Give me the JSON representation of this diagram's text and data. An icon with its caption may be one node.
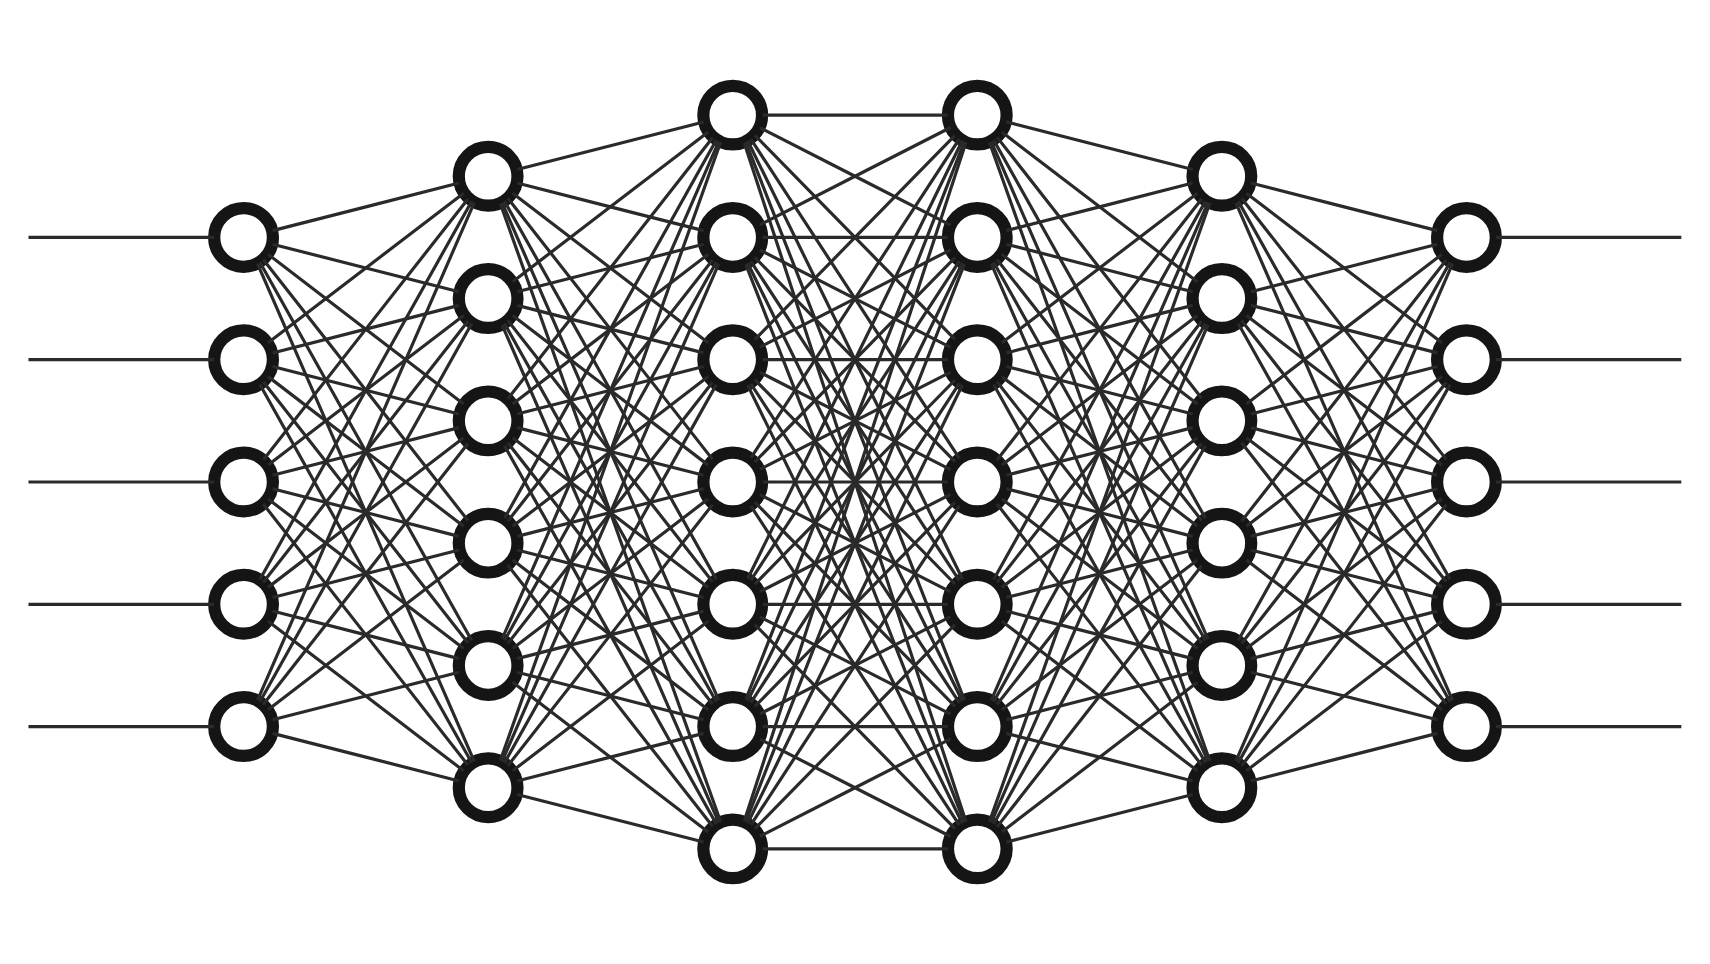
{
  "diagram": {
    "nodes": [
      {
        "text": [],
        "shape": "circle"
      },
      {
        "text": [],
        "shape": "circle"
      },
      {
        "text": [],
        "shape": "circle"
      },
      {
        "text": [],
        "shape": "circle"
      },
      {
        "text": [],
        "shape": "circle"
      },
      {
        "text": [],
        "shape": "circle"
      },
      {
        "text": [],
        "shape": "circle"
      },
      {
        "text": [],
        "shape": "circle"
      },
      {
        "text": [],
        "shape": "circle"
      },
      {
        "text": [],
        "shape": "circle"
      },
      {
        "text": [],
        "shape": "circle"
      },
      {
        "text": [],
        "shape": "circle"
      },
      {
        "text": [],
        "shape": "circle"
      },
      {
        "text": [],
        "shape": "circle"
      },
      {
        "text": [],
        "shape": "circle"
      },
      {
        "text": [],
        "shape": "circle"
      },
      {
        "text": [],
        "shape": "circle"
      },
      {
        "text": [],
        "shape": "circle"
      },
      {
        "text": [],
        "shape": "circle"
      },
      {
        "text": [],
        "shape": "circle"
      },
      {
        "text": [],
        "shape": "circle"
      },
      {
        "text": [],
        "shape": "circle"
      },
      {
        "text": [],
        "shape": "circle"
      },
      {
        "text": [],
        "shape": "circle"
      },
      {
        "text": [],
        "shape": "circle"
      },
      {
        "text": [],
        "shape": "circle"
      },
      {
        "text": [],
        "shape": "circle"
      },
      {
        "text": [],
        "shape": "circle"
      },
      {
        "text": [],
        "shape": "circle"
      },
      {
        "text": [],
        "shape": "circle"
      },
      {
        "text": [],
        "shape": "circle"
      },
      {
        "text": [],
        "shape": "circle"
      },
      {
        "text": [],
        "shape": "circle"
      },
      {
        "text": [],
        "shape": "circle"
      },
      {
        "text": [],
        "shape": "circle"
      },
      {
        "text": [],
        "shape": "circle"
      }
    ],
    "edges": [
      {
        "from": null,
        "to": 0,
        "arrow": "none"
      },
      {
        "from": null,
        "to": 1,
        "arrow": "none"
      },
      {
        "from": null,
        "to": 2,
        "arrow": "none"
      },
      {
        "from": null,
        "to": 3,
        "arrow": "none"
      },
      {
        "from": null,
        "to": 4,
        "arrow": "none"
      },
      {
        "from": 0,
        "to": 5,
        "arrow": "none"
      },
      {
        "from": 0,
        "to": 6,
        "arrow": "none"
      },
      {
        "from": 0,
        "to": 7,
        "arrow": "none"
      },
      {
        "from": 0,
        "to": 8,
        "arrow": "none"
      },
      {
        "from": 0,
        "to": 9,
        "arrow": "none"
      },
      {
        "from": 0,
        "to": 10,
        "arrow": "none"
      },
      {
        "from": 1,
        "to": 5,
        "arrow": "none"
      },
      {
        "from": 1,
        "to": 6,
        "arrow": "none"
      },
      {
        "from": 1,
        "to": 7,
        "arrow": "none"
      },
      {
        "from": 1,
        "to": 8,
        "arrow": "none"
      },
      {
        "from": 1,
        "to": 9,
        "arrow": "none"
      },
      {
        "from": 1,
        "to": 10,
        "arrow": "none"
      },
      {
        "from": 2,
        "to": 5,
        "arrow": "none"
      },
      {
        "from": 2,
        "to": 6,
        "arrow": "none"
      },
      {
        "from": 2,
        "to": 7,
        "arrow": "none"
      },
      {
        "from": 2,
        "to": 8,
        "arrow": "none"
      },
      {
        "from": 2,
        "to": 9,
        "arrow": "none"
      },
      {
        "from": 2,
        "to": 10,
        "arrow": "none"
      },
      {
        "from": 3,
        "to": 5,
        "arrow": "none"
      },
      {
        "from": 3,
        "to": 6,
        "arrow": "none"
      },
      {
        "from": 3,
        "to": 7,
        "arrow": "none"
      },
      {
        "from": 3,
        "to": 8,
        "arrow": "none"
      },
      {
        "from": 3,
        "to": 9,
        "arrow": "none"
      },
      {
        "from": 3,
        "to": 10,
        "arrow": "none"
      },
      {
        "from": 4,
        "to": 5,
        "arrow": "none"
      },
      {
        "from": 4,
        "to": 6,
        "arrow": "none"
      },
      {
        "from": 4,
        "to": 7,
        "arrow": "none"
      },
      {
        "from": 4,
        "to": 8,
        "arrow": "none"
      },
      {
        "from": 4,
        "to": 9,
        "arrow": "none"
      },
      {
        "from": 4,
        "to": 10,
        "arrow": "none"
      },
      {
        "from": 5,
        "to": 11,
        "arrow": "none"
      },
      {
        "from": 5,
        "to": 12,
        "arrow": "none"
      },
      {
        "from": 5,
        "to": 13,
        "arrow": "none"
      },
      {
        "from": 5,
        "to": 14,
        "arrow": "none"
      },
      {
        "from": 5,
        "to": 15,
        "arrow": "none"
      },
      {
        "from": 5,
        "to": 16,
        "arrow": "none"
      },
      {
        "from": 5,
        "to": 17,
        "arrow": "none"
      },
      {
        "from": 6,
        "to": 11,
        "arrow": "none"
      },
      {
        "from": 6,
        "to": 12,
        "arrow": "none"
      },
      {
        "from": 6,
        "to": 13,
        "arrow": "none"
      },
      {
        "from": 6,
        "to": 14,
        "arrow": "none"
      },
      {
        "from": 6,
        "to": 15,
        "arrow": "none"
      },
      {
        "from": 6,
        "to": 16,
        "arrow": "none"
      },
      {
        "from": 6,
        "to": 17,
        "arrow": "none"
      },
      {
        "from": 7,
        "to": 11,
        "arrow": "none"
      },
      {
        "from": 7,
        "to": 12,
        "arrow": "none"
      },
      {
        "from": 7,
        "to": 13,
        "arrow": "none"
      },
      {
        "from": 7,
        "to": 14,
        "arrow": "none"
      },
      {
        "from": 7,
        "to": 15,
        "arrow": "none"
      },
      {
        "from": 7,
        "to": 16,
        "arrow": "none"
      },
      {
        "from": 7,
        "to": 17,
        "arrow": "none"
      },
      {
        "from": 8,
        "to": 11,
        "arrow": "none"
      },
      {
        "from": 8,
        "to": 12,
        "arrow": "none"
      },
      {
        "from": 8,
        "to": 13,
        "arrow": "none"
      },
      {
        "from": 8,
        "to": 14,
        "arrow": "none"
      },
      {
        "from": 8,
        "to": 15,
        "arrow": "none"
      },
      {
        "from": 8,
        "to": 16,
        "arrow": "none"
      },
      {
        "from": 8,
        "to": 17,
        "arrow": "none"
      },
      {
        "from": 9,
        "to": 11,
        "arrow": "none"
      },
      {
        "from": 9,
        "to": 12,
        "arrow": "none"
      },
      {
        "from": 9,
        "to": 13,
        "arrow": "none"
      },
      {
        "from": 9,
        "to": 14,
        "arrow": "none"
      },
      {
        "from": 9,
        "to": 15,
        "arrow": "none"
      },
      {
        "from": 9,
        "to": 16,
        "arrow": "none"
      },
      {
        "from": 9,
        "to": 17,
        "arrow": "none"
      },
      {
        "from": 10,
        "to": 11,
        "arrow": "none"
      },
      {
        "from": 10,
        "to": 12,
        "arrow": "none"
      },
      {
        "from": 10,
        "to": 13,
        "arrow": "none"
      },
      {
        "from": 10,
        "to": 14,
        "arrow": "none"
      },
      {
        "from": 10,
        "to": 15,
        "arrow": "none"
      },
      {
        "from": 10,
        "to": 16,
        "arrow": "none"
      },
      {
        "from": 10,
        "to": 17,
        "arrow": "none"
      },
      {
        "from": 11,
        "to": 18,
        "arrow": "none"
      },
      {
        "from": 11,
        "to": 19,
        "arrow": "none"
      },
      {
        "from": 11,
        "to": 20,
        "arrow": "none"
      },
      {
        "from": 11,
        "to": 21,
        "arrow": "none"
      },
      {
        "from": 11,
        "to": 22,
        "arrow": "none"
      },
      {
        "from": 11,
        "to": 23,
        "arrow": "none"
      },
      {
        "from": 11,
        "to": 24,
        "arrow": "none"
      },
      {
        "from": 12,
        "to": 18,
        "arrow": "none"
      },
      {
        "from": 12,
        "to": 19,
        "arrow": "none"
      },
      {
        "from": 12,
        "to": 20,
        "arrow": "none"
      },
      {
        "from": 12,
        "to": 21,
        "arrow": "none"
      },
      {
        "from": 12,
        "to": 22,
        "arrow": "none"
      },
      {
        "from": 12,
        "to": 23,
        "arrow": "none"
      },
      {
        "from": 12,
        "to": 24,
        "arrow": "none"
      },
      {
        "from": 13,
        "to": 18,
        "arrow": "none"
      },
      {
        "from": 13,
        "to": 19,
        "arrow": "none"
      },
      {
        "from": 13,
        "to": 20,
        "arrow": "none"
      },
      {
        "from": 13,
        "to": 21,
        "arrow": "none"
      },
      {
        "from": 13,
        "to": 22,
        "arrow": "none"
      },
      {
        "from": 13,
        "to": 23,
        "arrow": "none"
      },
      {
        "from": 13,
        "to": 24,
        "arrow": "none"
      },
      {
        "from": 14,
        "to": 18,
        "arrow": "none"
      },
      {
        "from": 14,
        "to": 19,
        "arrow": "none"
      },
      {
        "from": 14,
        "to": 20,
        "arrow": "none"
      },
      {
        "from": 14,
        "to": 21,
        "arrow": "none"
      },
      {
        "from": 14,
        "to": 22,
        "arrow": "none"
      },
      {
        "from": 14,
        "to": 23,
        "arrow": "none"
      },
      {
        "from": 14,
        "to": 24,
        "arrow": "none"
      },
      {
        "from": 15,
        "to": 18,
        "arrow": "none"
      },
      {
        "from": 15,
        "to": 19,
        "arrow": "none"
      },
      {
        "from": 15,
        "to": 20,
        "arrow": "none"
      },
      {
        "from": 15,
        "to": 21,
        "arrow": "none"
      },
      {
        "from": 15,
        "to": 22,
        "arrow": "none"
      },
      {
        "from": 15,
        "to": 23,
        "arrow": "none"
      },
      {
        "from": 15,
        "to": 24,
        "arrow": "none"
      },
      {
        "from": 16,
        "to": 18,
        "arrow": "none"
      },
      {
        "from": 16,
        "to": 19,
        "arrow": "none"
      },
      {
        "from": 16,
        "to": 20,
        "arrow": "none"
      },
      {
        "from": 16,
        "to": 21,
        "arrow": "none"
      },
      {
        "from": 16,
        "to": 22,
        "arrow": "none"
      },
      {
        "from": 16,
        "to": 23,
        "arrow": "none"
      },
      {
        "from": 16,
        "to": 24,
        "arrow": "none"
      },
      {
        "from": 17,
        "to": 18,
        "arrow": "none"
      },
      {
        "from": 17,
        "to": 19,
        "arrow": "none"
      },
      {
        "from": 17,
        "to": 20,
        "arrow": "none"
      },
      {
        "from": 17,
        "to": 21,
        "arrow": "none"
      },
      {
        "from": 17,
        "to": 22,
        "arrow": "none"
      },
      {
        "from": 17,
        "to": 23,
        "arrow": "none"
      },
      {
        "from": 17,
        "to": 24,
        "arrow": "none"
      },
      {
        "from": 18,
        "to": 25,
        "arrow": "none"
      },
      {
        "from": 18,
        "to": 26,
        "arrow": "none"
      },
      {
        "from": 18,
        "to": 27,
        "arrow": "none"
      },
      {
        "from": 18,
        "to": 28,
        "arrow": "none"
      },
      {
        "from": 18,
        "to": 29,
        "arrow": "none"
      },
      {
        "from": 18,
        "to": 30,
        "arrow": "none"
      },
      {
        "from": 19,
        "to": 25,
        "arrow": "none"
      },
      {
        "from": 19,
        "to": 26,
        "arrow": "none"
      },
      {
        "from": 19,
        "to": 27,
        "arrow": "none"
      },
      {
        "from": 19,
        "to": 28,
        "arrow": "none"
      },
      {
        "from": 19,
        "to": 29,
        "arrow": "none"
      },
      {
        "from": 19,
        "to": 30,
        "arrow": "none"
      },
      {
        "from": 20,
        "to": 25,
        "arrow": "none"
      },
      {
        "from": 20,
        "to": 26,
        "arrow": "none"
      },
      {
        "from": 20,
        "to": 27,
        "arrow": "none"
      },
      {
        "from": 20,
        "to": 28,
        "arrow": "none"
      },
      {
        "from": 20,
        "to": 29,
        "arrow": "none"
      },
      {
        "from": 20,
        "to": 30,
        "arrow": "none"
      },
      {
        "from": 21,
        "to": 25,
        "arrow": "none"
      },
      {
        "from": 21,
        "to": 26,
        "arrow": "none"
      },
      {
        "from": 21,
        "to": 27,
        "arrow": "none"
      },
      {
        "from": 21,
        "to": 28,
        "arrow": "none"
      },
      {
        "from": 21,
        "to": 29,
        "arrow": "none"
      },
      {
        "from": 21,
        "to": 30,
        "arrow": "none"
      },
      {
        "from": 22,
        "to": 25,
        "arrow": "none"
      },
      {
        "from": 22,
        "to": 26,
        "arrow": "none"
      },
      {
        "from": 22,
        "to": 27,
        "arrow": "none"
      },
      {
        "from": 22,
        "to": 28,
        "arrow": "none"
      },
      {
        "from": 22,
        "to": 29,
        "arrow": "none"
      },
      {
        "from": 22,
        "to": 30,
        "arrow": "none"
      },
      {
        "from": 23,
        "to": 25,
        "arrow": "none"
      },
      {
        "from": 23,
        "to": 26,
        "arrow": "none"
      },
      {
        "from": 23,
        "to": 27,
        "arrow": "none"
      },
      {
        "from": 23,
        "to": 28,
        "arrow": "none"
      },
      {
        "from": 23,
        "to": 29,
        "arrow": "none"
      },
      {
        "from": 23,
        "to": 30,
        "arrow": "none"
      },
      {
        "from": 24,
        "to": 25,
        "arrow": "none"
      },
      {
        "from": 24,
        "to": 26,
        "arrow": "none"
      },
      {
        "from": 24,
        "to": 27,
        "arrow": "none"
      },
      {
        "from": 24,
        "to": 28,
        "arrow": "none"
      },
      {
        "from": 24,
        "to": 29,
        "arrow": "none"
      },
      {
        "from": 24,
        "to": 30,
        "arrow": "none"
      },
      {
        "from": 25,
        "to": 31,
        "arrow": "none"
      },
      {
        "from": 25,
        "to": 32,
        "arrow": "none"
      },
      {
        "from": 25,
        "to": 33,
        "arrow": "none"
      },
      {
        "from": 25,
        "to": 34,
        "arrow": "none"
      },
      {
        "from": 25,
        "to": 35,
        "arrow": "none"
      },
      {
        "from": 26,
        "to": 31,
        "arrow": "none"
      },
      {
        "from": 26,
        "to": 32,
        "arrow": "none"
      },
      {
        "from": 26,
        "to": 33,
        "arrow": "none"
      },
      {
        "from": 26,
        "to": 34,
        "arrow": "none"
      },
      {
        "from": 26,
        "to": 35,
        "arrow": "none"
      },
      {
        "from": 27,
        "to": 31,
        "arrow": "none"
      },
      {
        "from": 27,
        "to": 32,
        "arrow": "none"
      },
      {
        "from": 27,
        "to": 33,
        "arrow": "none"
      },
      {
        "from": 27,
        "to": 34,
        "arrow": "none"
      },
      {
        "from": 27,
        "to": 35,
        "arrow": "none"
      },
      {
        "from": 28,
        "to": 31,
        "arrow": "none"
      },
      {
        "from": 28,
        "to": 32,
        "arrow": "none"
      },
      {
        "from": 28,
        "to": 33,
        "arrow": "none"
      },
      {
        "from": 28,
        "to": 34,
        "arrow": "none"
      },
      {
        "from": 28,
        "to": 35,
        "arrow": "none"
      },
      {
        "from": 29,
        "to": 31,
        "arrow": "none"
      },
      {
        "from": 29,
        "to": 32,
        "arrow": "none"
      },
      {
        "from": 29,
        "to": 33,
        "arrow": "none"
      },
      {
        "from": 29,
        "to": 34,
        "arrow": "none"
      },
      {
        "from": 29,
        "to": 35,
        "arrow": "none"
      },
      {
        "from": 30,
        "to": 31,
        "arrow": "none"
      },
      {
        "from": 30,
        "to": 32,
        "arrow": "none"
      },
      {
        "from": 30,
        "to": 33,
        "arrow": "none"
      },
      {
        "from": 30,
        "to": 34,
        "arrow": "none"
      },
      {
        "from": 30,
        "to": 35,
        "arrow": "none"
      },
      {
        "from": 31,
        "to": null,
        "arrow": "none"
      },
      {
        "from": 32,
        "to": null,
        "arrow": "none"
      },
      {
        "from": 33,
        "to": null,
        "arrow": "none"
      },
      {
        "from": 34,
        "to": null,
        "arrow": "none"
      },
      {
        "from": 35,
        "to": null,
        "arrow": "none"
      }
    ]
  }
}
